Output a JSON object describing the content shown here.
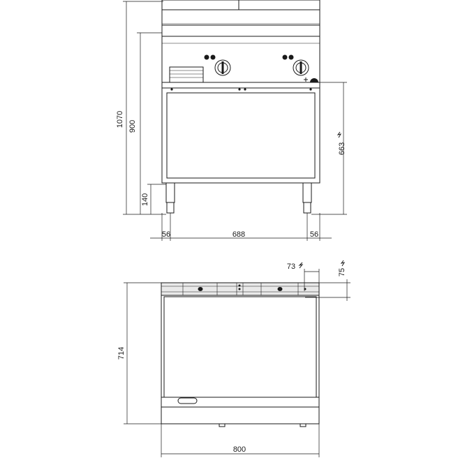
{
  "front_view": {
    "dimensions": {
      "total_height": "1070",
      "worktop_height": "900",
      "leg_height": "140",
      "cable_entry_height": "663",
      "left_leg_offset": "56",
      "leg_spacing": "688",
      "right_leg_offset": "56"
    }
  },
  "top_view": {
    "dimensions": {
      "depth": "714",
      "width": "800",
      "cable_offset_x": "73",
      "cable_offset_y": "75"
    }
  },
  "icons": {
    "electric_connection": "lightning-bolt-icon"
  }
}
